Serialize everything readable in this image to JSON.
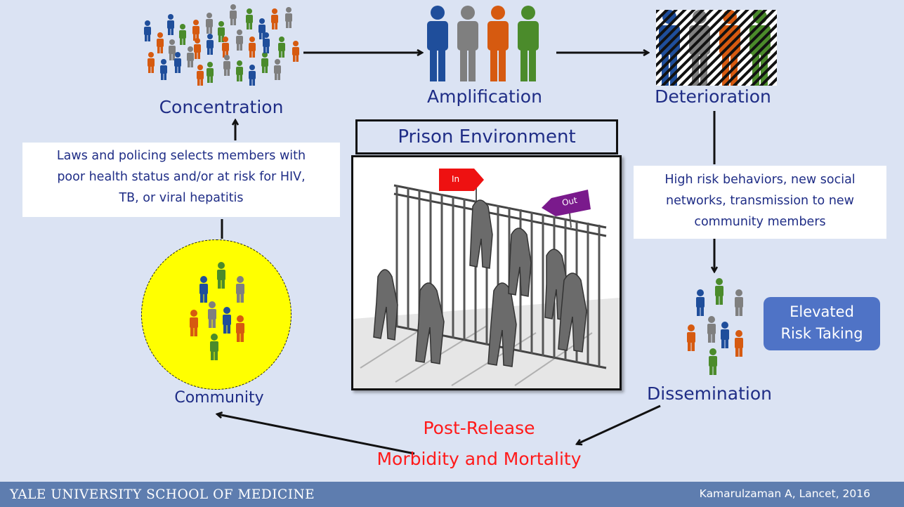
{
  "stages": {
    "concentration": "Concentration",
    "amplification": "Amplification",
    "deterioration": "Deterioration",
    "dissemination": "Dissemination",
    "community": "Community"
  },
  "prison": {
    "title": "Prison Environment",
    "sign_in": "In",
    "sign_out": "Out"
  },
  "notes": {
    "policing": {
      "line1": "Laws and policing selects members with",
      "line2": "poor health status and/or at risk for HIV,",
      "line3": "TB, or viral hepatitis"
    },
    "behaviors": {
      "line1": "High risk behaviors, new social",
      "line2": "networks, transmission to new",
      "line3": "community members"
    }
  },
  "risk_box": {
    "line1": "Elevated",
    "line2": "Risk Taking"
  },
  "post_release": {
    "line1": "Post-Release",
    "line2": "Morbidity and Mortality"
  },
  "footer": {
    "school": "YALE UNIVERSITY SCHOOL OF MEDICINE",
    "citation": "Kamarulzaman A, Lancet, 2016"
  },
  "colors": {
    "background": "#dbe3f3",
    "text_navy": "#1f2d86",
    "post_release_red": "#ff1a1a",
    "risk_box": "#4f73c6",
    "community_circle": "#ffff00",
    "footer": "#5e7daf",
    "person_blue": "#1f4e9b",
    "person_orange": "#d65a10",
    "person_gray": "#7f7f7f",
    "person_green": "#4b8b2b"
  }
}
